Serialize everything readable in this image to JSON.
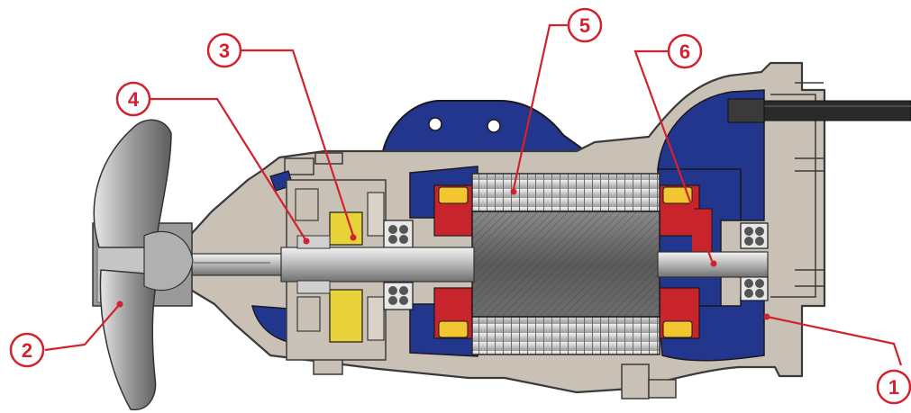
{
  "callouts": [
    {
      "id": "c1",
      "number": "1"
    },
    {
      "id": "c2",
      "number": "2"
    },
    {
      "id": "c3",
      "number": "3"
    },
    {
      "id": "c4",
      "number": "4"
    },
    {
      "id": "c5",
      "number": "5"
    },
    {
      "id": "c6",
      "number": "6"
    }
  ],
  "colors": {
    "housing": "#c9c1b6",
    "housing_edge": "#3a3a3a",
    "blue_cavity": "#21368c",
    "stator_red": "#c8242b",
    "winding_yellow": "#f3c531",
    "seal_yellow": "#e8d23a",
    "callout": "#d3212d",
    "propeller": "#a3a3a3"
  }
}
